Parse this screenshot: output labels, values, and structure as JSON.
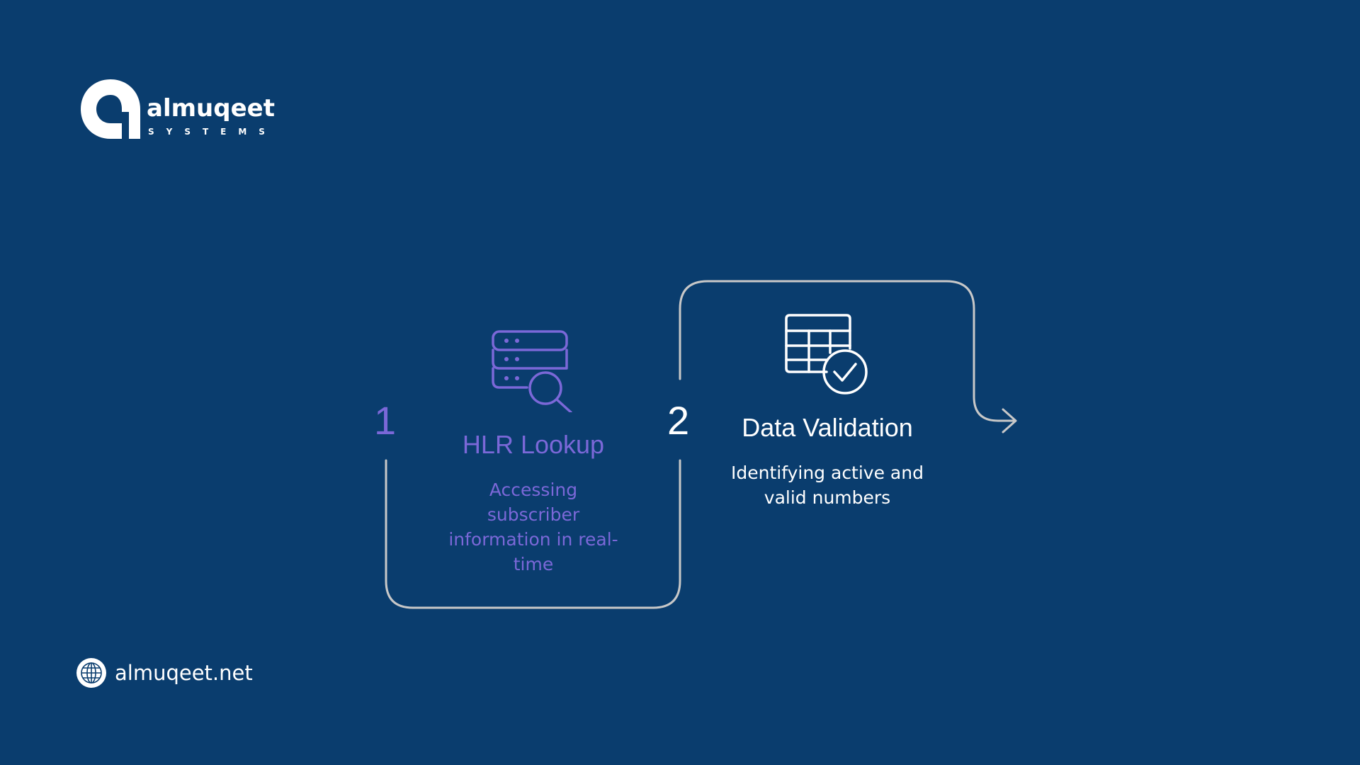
{
  "logo": {
    "name": "almuqeet",
    "tagline": "SYSTEMS"
  },
  "steps": [
    {
      "number": "1",
      "title": "HLR Lookup",
      "description": "Accessing subscriber information in real-time",
      "icon": "database-search-icon",
      "color": "#7b68d8"
    },
    {
      "number": "2",
      "title": "Data Validation",
      "description": "Identifying active and valid numbers",
      "icon": "table-check-icon",
      "color": "#ffffff"
    }
  ],
  "footer": {
    "website": "almuqeet.net",
    "icon": "globe-icon"
  },
  "colors": {
    "background": "#0a3d6e",
    "accent": "#7b68d8",
    "connector": "#c8c8c8",
    "text": "#ffffff"
  }
}
